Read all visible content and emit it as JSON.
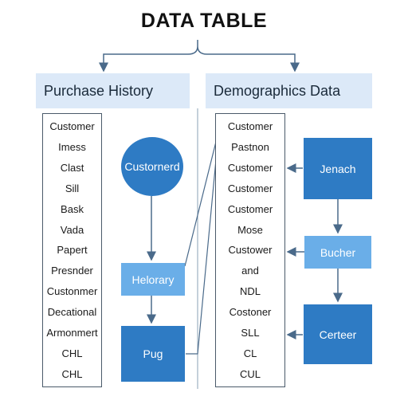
{
  "title": "DATA TABLE",
  "left_panel": {
    "header": "Purchase History",
    "items": [
      "Customer",
      "Imess",
      "Clast",
      "Sill",
      "Bask",
      "Vada",
      "Papert",
      "Presnder",
      "Custonmer",
      "Decational",
      "Armonmert",
      "CHL",
      "CHL"
    ]
  },
  "right_panel": {
    "header": "Demographics Data",
    "items": [
      "Customer",
      "Pastnon",
      "Customer",
      "Customer",
      "Customer",
      "Mose",
      "Custower",
      "and",
      "NDL",
      "Costoner",
      "SLL",
      "CL",
      "CUL"
    ]
  },
  "nodes": {
    "circle": "Custornerd",
    "heloray": "Helorary",
    "pug": "Pug",
    "jenach": "Jenach",
    "bucher": "Bucher",
    "center": "Certeer"
  },
  "colors": {
    "dark_blue": "#2e7bc4",
    "medium_blue": "#3d8ad2",
    "light_blue": "#6aaee8",
    "header_bg": "#dce9f8",
    "line": "#4a6a8a"
  }
}
